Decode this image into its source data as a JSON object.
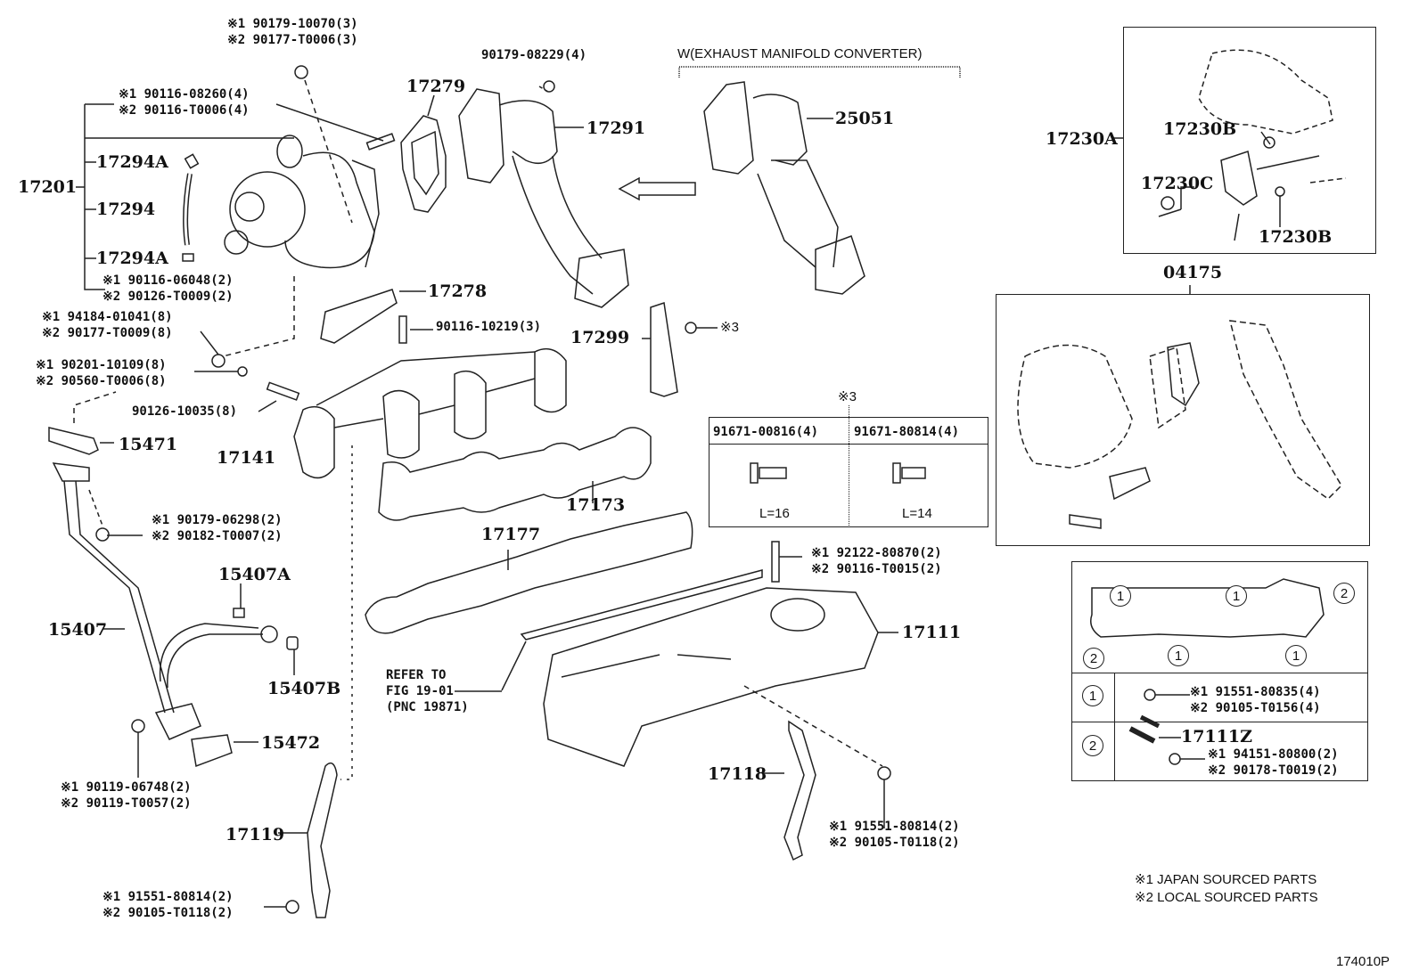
{
  "diagram": {
    "figure_code": "174010P",
    "legend": {
      "note1": "※1 JAPAN SOURCED PARTS",
      "note2": "※2 LOCAL SOURCED PARTS"
    },
    "exhaust_converter_caption": "W(EXHAUST MANIFOLD CONVERTER)",
    "refer_note": [
      "REFER TO",
      "FIG 19-01",
      "(PNC 19871)"
    ],
    "parts": {
      "p17201": "17201",
      "p17294A_top": "17294A",
      "p17294": "17294",
      "p17294A_bot": "17294A",
      "p17279": "17279",
      "p17291": "17291",
      "p25051": "25051",
      "p17278": "17278",
      "p17299": "17299",
      "p15471": "15471",
      "p17141": "17141",
      "p17173": "17173",
      "p17177": "17177",
      "p15407A": "15407A",
      "p15407": "15407",
      "p15407B": "15407B",
      "p15472": "15472",
      "p17111": "17111",
      "p17118": "17118",
      "p17119": "17119",
      "p17230A": "17230A",
      "p17230B_top": "17230B",
      "p17230C": "17230C",
      "p17230B_bot": "17230B",
      "p04175": "04175",
      "p17111Z": "17111Z"
    },
    "fasteners": {
      "f_top_nut": [
        "※1 90179-10070(3)",
        "※2 90177-T0006(3)"
      ],
      "f_stud_08260": [
        "※1 90116-08260(4)",
        "※2 90116-T0006(4)"
      ],
      "f_stud_06048": [
        "※1 90116-06048(2)",
        "※2 90126-T0009(2)"
      ],
      "f_nut_01041": [
        "※1 94184-01041(8)",
        "※2 90177-T0009(8)"
      ],
      "f_washer_10109": [
        "※1 90201-10109(8)",
        "※2 90560-T0006(8)"
      ],
      "f_stud_10035": "90126-10035(8)",
      "f_nut_08229": "90179-08229(4)",
      "f_stud_10219": "90116-10219(3)",
      "f_note3": "※3",
      "f_nut_06298": [
        "※1 90179-06298(2)",
        "※2 90182-T0007(2)"
      ],
      "f_bolt_06748": [
        "※1 90119-06748(2)",
        "※2 90119-T0057(2)"
      ],
      "f_bolt_17119": [
        "※1 91551-80814(2)",
        "※2 90105-T0118(2)"
      ],
      "f_stud_80870": [
        "※1 92122-80870(2)",
        "※2 90116-T0015(2)"
      ],
      "f_bolt_17118": [
        "※1 91551-80814(2)",
        "※2 90105-T0118(2)"
      ]
    },
    "note3_table": {
      "title": "※3",
      "columns": [
        {
          "part": "91671-00816(4)",
          "length": "L=16"
        },
        {
          "part": "91671-80814(4)",
          "length": "L=14"
        }
      ]
    },
    "gasket_table": {
      "markers": [
        "1",
        "2"
      ],
      "row1": {
        "marker": "1",
        "lines": [
          "※1 91551-80835(4)",
          "※2 90105-T0156(4)"
        ]
      },
      "row2": {
        "marker": "2",
        "part": "17111Z",
        "lines": [
          "※1 94151-80800(2)",
          "※2 90178-T0019(2)"
        ]
      }
    }
  }
}
